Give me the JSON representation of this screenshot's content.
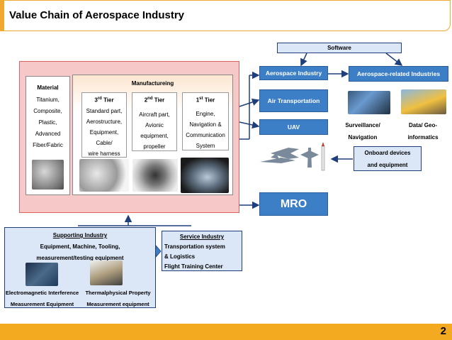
{
  "title": "Value Chain of Aerospace Industry",
  "page_number": "2",
  "material": {
    "heading": "Material",
    "lines": [
      "Titanium,",
      "Composite,",
      "Plastic,",
      "Advanced",
      "Fiber/Fabric"
    ]
  },
  "manufacturing": {
    "heading": "Manufactureing",
    "tiers": [
      {
        "rank": "3",
        "sup": "rd",
        "word": " Tier",
        "lines": [
          "Standard part,",
          "Aerostructure,",
          "Equipment,",
          "Cable/",
          "wire harness"
        ]
      },
      {
        "rank": "2",
        "sup": "nd",
        "word": " Tier",
        "lines": [
          "Aircraft part,",
          "Avionic",
          "equipment,",
          "propeller"
        ]
      },
      {
        "rank": "1",
        "sup": "st",
        "word": " Tier",
        "lines": [
          "Engine,",
          "Navigation &",
          "Communication",
          "System"
        ]
      }
    ]
  },
  "software": "Software",
  "aerospace_industry": "Aerospace Industry",
  "aerospace_related": "Aerospace-related Industries",
  "air_transport": "Air Transportation",
  "uav": "UAV",
  "mro": "MRO",
  "surveillance": [
    "Surveillance/",
    "Navigation"
  ],
  "data_geo": [
    "Data/ Geo-",
    "informatics"
  ],
  "onboard": [
    "Onboard devices",
    "and equipment"
  ],
  "supporting": {
    "heading": "Supporting Industry",
    "lines": [
      "Equipment, Machine, Tooling,",
      "measurement/testing equipment"
    ],
    "cap1": [
      "Electromagnetic Interference",
      "Measurement Equipment"
    ],
    "cap2": [
      "Thermalphysical Property",
      "Measurement equipment"
    ]
  },
  "service": {
    "heading": "Service Industry",
    "items": [
      "Transportation system",
      "& Logistics",
      "Flight Training Center"
    ]
  },
  "colors": {
    "accent": "#f3aa20",
    "blue": "#3d7fc7",
    "pink": "#f7c8c8",
    "navy": "#1f3f7a"
  }
}
